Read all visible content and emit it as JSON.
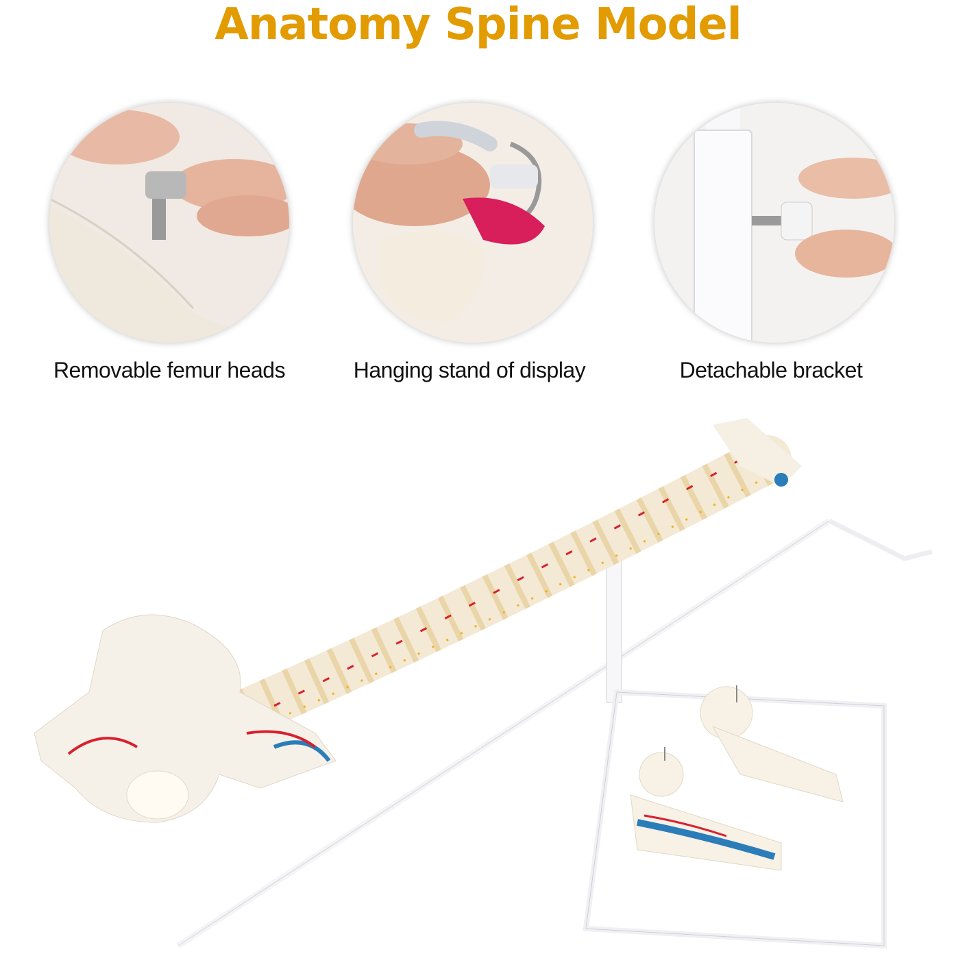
{
  "title": "Anatomy Spine Model",
  "colors": {
    "title": "#E29B00",
    "caption": "#111111",
    "vertebra_red": "#D8202E",
    "nerve_yellow": "#F2B21A",
    "artery_blue": "#2A7DB8"
  },
  "features": [
    {
      "caption": "Removable femur heads",
      "image": "finger-screwing-femur-head"
    },
    {
      "caption": "Hanging stand of display",
      "image": "hook-hanging-pelvis"
    },
    {
      "caption": "Detachable bracket",
      "image": "thumb-screw-on-stand-pole"
    }
  ],
  "hero_image": "flexible-spine-model-with-pelvis-stand-and-femur-heads"
}
